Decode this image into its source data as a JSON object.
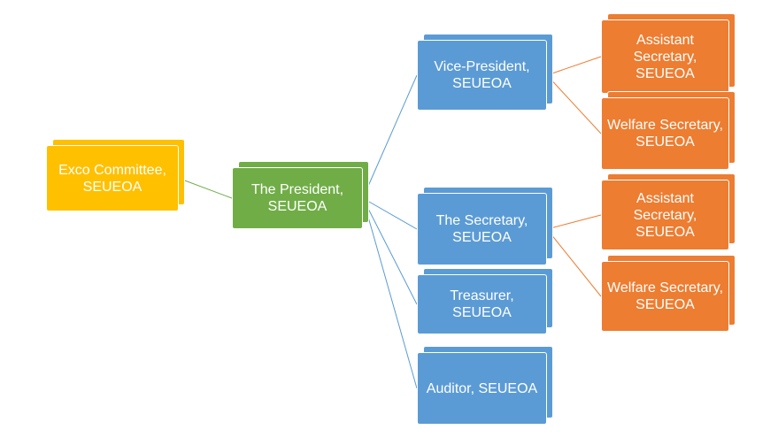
{
  "colors": {
    "yellow": "#ffc000",
    "green": "#70ad47",
    "blue": "#5b9bd5",
    "orange": "#ed7d31",
    "line_green": "#70ad47",
    "line_blue": "#5b9bd5",
    "line_orange": "#ed7d31"
  },
  "nodes": {
    "exco": "Exco Committee, SEUEOA",
    "president": "The President, SEUEOA",
    "vice_president": "Vice-President, SEUEOA",
    "secretary": "The Secretary, SEUEOA",
    "treasurer": "Treasurer, SEUEOA",
    "auditor": "Auditor, SEUEOA",
    "vp_assistant_secretary": "Assistant Secretary, SEUEOA",
    "vp_welfare_secretary": "Welfare Secretary, SEUEOA",
    "sec_assistant_secretary": "Assistant Secretary, SEUEOA",
    "sec_welfare_secretary": "Welfare Secretary, SEUEOA"
  },
  "edges": [
    {
      "from": "exco",
      "to": "president",
      "color": "line_green"
    },
    {
      "from": "president",
      "to": "vice_president",
      "color": "line_blue"
    },
    {
      "from": "president",
      "to": "secretary",
      "color": "line_blue"
    },
    {
      "from": "president",
      "to": "treasurer",
      "color": "line_blue"
    },
    {
      "from": "president",
      "to": "auditor",
      "color": "line_blue"
    },
    {
      "from": "vice_president",
      "to": "vp_assistant_secretary",
      "color": "line_orange"
    },
    {
      "from": "vice_president",
      "to": "vp_welfare_secretary",
      "color": "line_orange"
    },
    {
      "from": "secretary",
      "to": "sec_assistant_secretary",
      "color": "line_orange"
    },
    {
      "from": "secretary",
      "to": "sec_welfare_secretary",
      "color": "line_orange"
    }
  ]
}
